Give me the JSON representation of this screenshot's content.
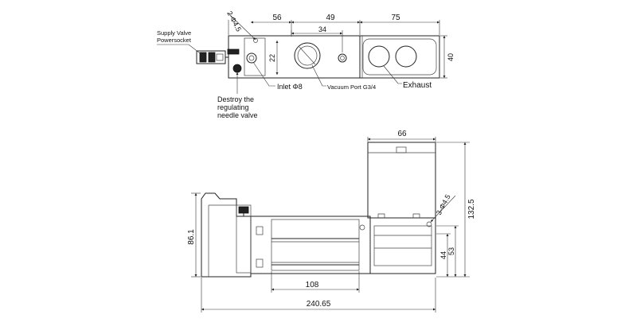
{
  "top_view": {
    "labels": {
      "supply_line1": "Supply Valve",
      "supply_line2": "Powersocket",
      "inlet": "Inlet Φ8",
      "vacuum_port": "Vacuum Port G3/4",
      "exhaust": "Exhaust",
      "destroy_line1": "Destroy the",
      "destroy_line2": "regulating",
      "destroy_line3": "needle valve"
    },
    "dimensions": {
      "holes": "2-Φ4.5",
      "d56": "56",
      "d49": "49",
      "d75": "75",
      "d34": "34",
      "d22": "22",
      "d40": "40"
    }
  },
  "front_view": {
    "dimensions": {
      "d66": "66",
      "holes": "3-Φ4.5",
      "d132_5": "132.5",
      "d86_1": "86.1",
      "d44": "44",
      "d53": "53",
      "d108": "108",
      "d240_65": "240.65"
    }
  }
}
